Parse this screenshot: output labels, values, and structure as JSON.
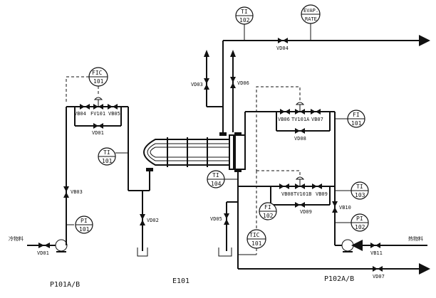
{
  "colors": {
    "ink": "#111111",
    "paper": "#ffffff"
  },
  "labels": {
    "p101": "P101A/B",
    "e101": "E101",
    "p102": "P102A/B",
    "feed_in": "冷物料",
    "product_out": "热物料"
  },
  "instruments": {
    "ti102": [
      "TI",
      "102"
    ],
    "evap": [
      "EVAP.",
      "RATE"
    ],
    "fic101": [
      "FIC",
      "101"
    ],
    "ti101": [
      "TI",
      "101"
    ],
    "pi101": [
      "PI",
      "101"
    ],
    "fi101": [
      "FI",
      "101"
    ],
    "ti104": [
      "TI",
      "104"
    ],
    "fi102": [
      "FI",
      "102"
    ],
    "ti103": [
      "TI",
      "103"
    ],
    "pi102": [
      "PI",
      "102"
    ],
    "tic101": [
      "TIC",
      "101"
    ]
  },
  "valves": {
    "vd01": "VD01",
    "vb03": "VB03",
    "vb04": "VB04",
    "fv101": "FV101",
    "vb05": "VB05",
    "vd01b": "VD01",
    "vd02": "VD02",
    "vd03": "VD03",
    "vd04": "VD04",
    "vd05": "VD05",
    "vd06": "VD06",
    "vb06": "VB06",
    "tv101a": "TV101A",
    "vb07": "VB07",
    "vd08": "VD08",
    "vb08": "VB08",
    "tv101b": "TV101B",
    "vb09": "VB09",
    "vd09": "VD09",
    "vb10": "VB10",
    "vb11": "VB11",
    "vd07": "VD07"
  }
}
